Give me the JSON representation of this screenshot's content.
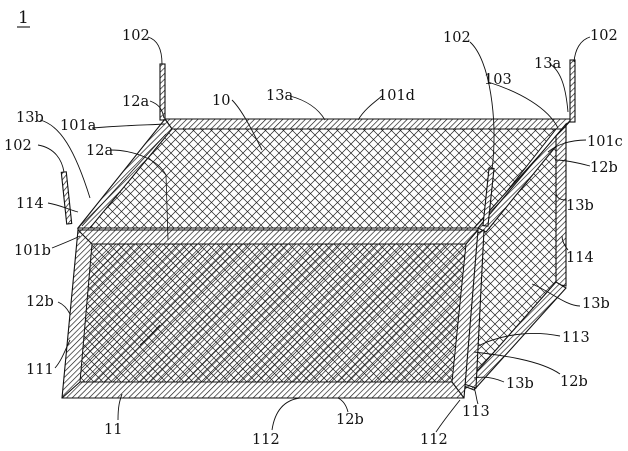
{
  "figure": {
    "number": "1"
  },
  "labels": {
    "l102_tl": "102",
    "l12a_top": "12a",
    "l10": "10",
    "l13a_top": "13a",
    "l101d": "101d",
    "l102_tr1": "102",
    "l13a_right": "13a",
    "l102_tr2": "102",
    "l103": "103",
    "l13b_left": "13b",
    "l101a": "101a",
    "l12a_mid": "12a",
    "l102_left": "102",
    "l101c": "101c",
    "l12b_right_top": "12b",
    "l114_left": "114",
    "l13b_right_top": "13b",
    "l101b": "101b",
    "l114_right": "114",
    "l12b_left": "12b",
    "l13b_right_mid": "13b",
    "l113_right": "113",
    "l111": "111",
    "l13b_right_low": "13b",
    "l12b_right_low": "12b",
    "l113_bottom": "113",
    "l11": "11",
    "l112_left": "112",
    "l12b_bottom": "12b",
    "l112_right": "112"
  },
  "colors": {
    "line": "#111111",
    "background": "#ffffff"
  }
}
